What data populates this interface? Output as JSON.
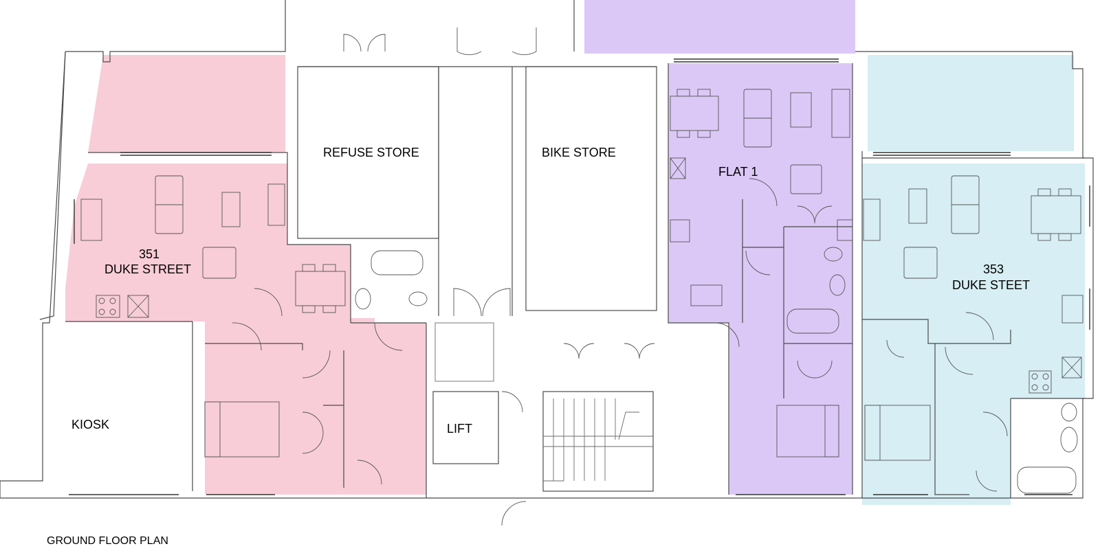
{
  "plan_title": "GROUND FLOOR PLAN",
  "units": {
    "unit_351": {
      "line1": "351",
      "line2": "DUKE STREET",
      "fill": "#f8cdd8"
    },
    "flat_1": {
      "label": "FLAT 1",
      "fill": "#dcc8f6"
    },
    "unit_353": {
      "line1": "353",
      "line2": "DUKE STEET",
      "fill": "#d6eef4"
    }
  },
  "rooms": {
    "refuse_store": "REFUSE STORE",
    "bike_store": "BIKE STORE",
    "lift": "LIFT",
    "kiosk": "KIOSK"
  },
  "colors": {
    "wall": "#4a4a4a",
    "background": "#ffffff"
  }
}
